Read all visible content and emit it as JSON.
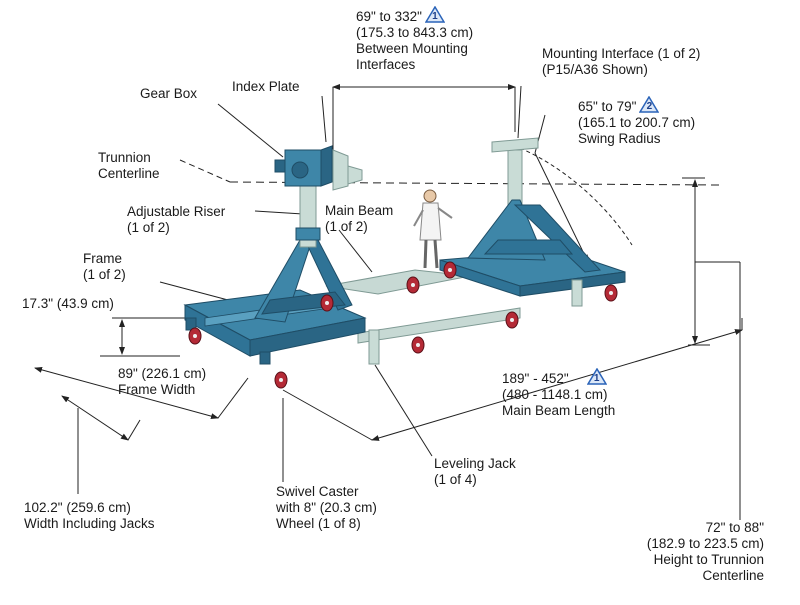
{
  "colors": {
    "frame": "#3e86a8",
    "frame_dark": "#2a6584",
    "frame_light": "#6fb0cc",
    "beam": "#c7d9d4",
    "beam_dark": "#9fbab3",
    "caster_wheel": "#b42a36",
    "leader": "#222222",
    "callout_triangle": "#2a63b8"
  },
  "labels": {
    "between_interfaces": {
      "line1": "69\" to 332\"",
      "badge": "1",
      "line2": "(175.3 to 843.3 cm)",
      "line3": "Between Mounting",
      "line4": "Interfaces"
    },
    "mounting_interface": {
      "line1": "Mounting Interface (1 of 2)",
      "line2": "(P15/A36 Shown)"
    },
    "swing_radius": {
      "line1": "65\" to 79\"",
      "badge": "2",
      "line2": "(165.1 to 200.7 cm)",
      "line3": "Swing Radius"
    },
    "gear_box": "Gear Box",
    "index_plate": "Index Plate",
    "trunnion_centerline": {
      "line1": "Trunnion",
      "line2": "Centerline"
    },
    "adjustable_riser": {
      "line1": "Adjustable Riser",
      "line2": "(1 of 2)"
    },
    "main_beam": {
      "line1": "Main Beam",
      "line2": "(1 of 2)"
    },
    "frame": {
      "line1": "Frame",
      "line2": "(1 of 2)"
    },
    "riser_height": "17.3\" (43.9 cm)",
    "frame_width": {
      "line1": "89\" (226.1 cm)",
      "line2": "Frame Width"
    },
    "main_beam_length": {
      "line1": "189\" - 452\"",
      "badge": "1",
      "line2": "(480 - 1148.1 cm)",
      "line3": "Main Beam Length"
    },
    "leveling_jack": {
      "line1": "Leveling Jack",
      "line2": "(1 of 4)"
    },
    "swivel_caster": {
      "line1": "Swivel Caster",
      "line2": "with 8\" (20.3 cm)",
      "line3": "Wheel (1 of 8)"
    },
    "width_including_jacks": {
      "line1": "102.2\" (259.6 cm)",
      "line2": "Width Including Jacks"
    },
    "trunnion_height": {
      "line1": "72\" to 88\"",
      "line2": "(182.9 to 223.5 cm)",
      "line3": "Height to Trunnion",
      "line4": "Centerline"
    }
  }
}
